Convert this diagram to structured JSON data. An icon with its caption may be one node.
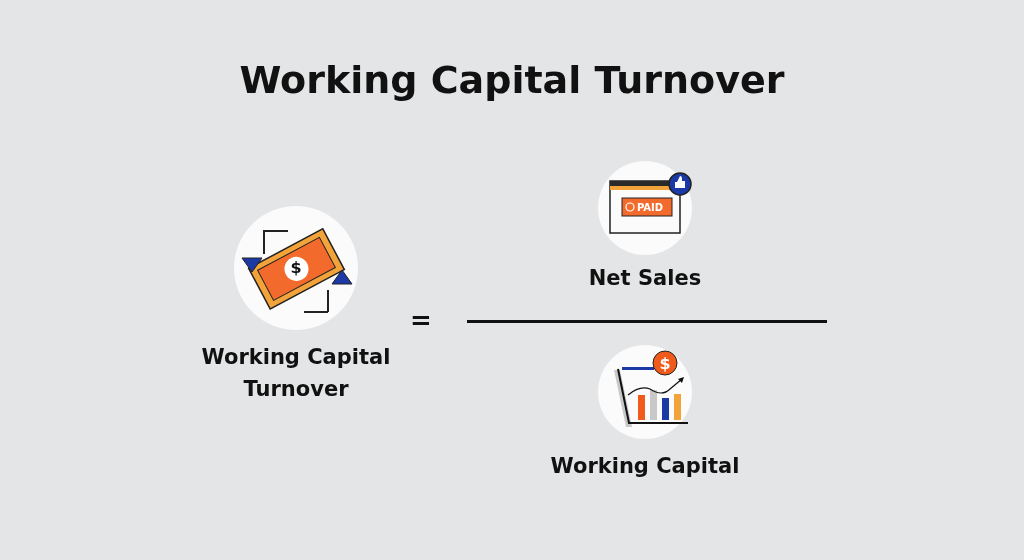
{
  "diagram": {
    "title": "Working Capital Turnover",
    "nodes": [
      {
        "text": [
          "Working Capital Turnover"
        ]
      },
      {
        "text": [
          "Net Sales"
        ]
      },
      {
        "text": [
          "Working Capital"
        ]
      }
    ],
    "labels": [
      "$",
      "PAID",
      "=",
      "$"
    ]
  }
}
